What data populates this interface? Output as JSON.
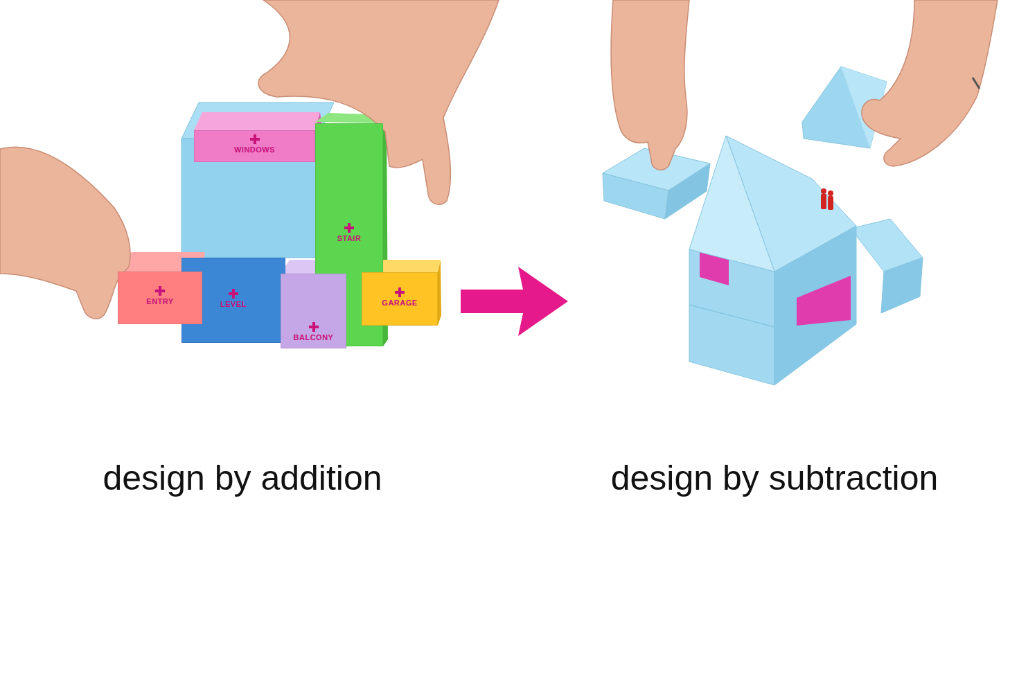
{
  "diagram": {
    "nodes": [
      {
        "text": [
          "WINDOWS"
        ]
      },
      {
        "text": [
          "STAIR"
        ]
      },
      {
        "text": [
          "ENTRY"
        ]
      },
      {
        "text": [
          "LEVEL"
        ]
      },
      {
        "text": [
          "BALCONY"
        ]
      },
      {
        "text": [
          "GARAGE"
        ]
      }
    ],
    "labels": [
      "design by addition",
      "design by subtraction"
    ]
  }
}
